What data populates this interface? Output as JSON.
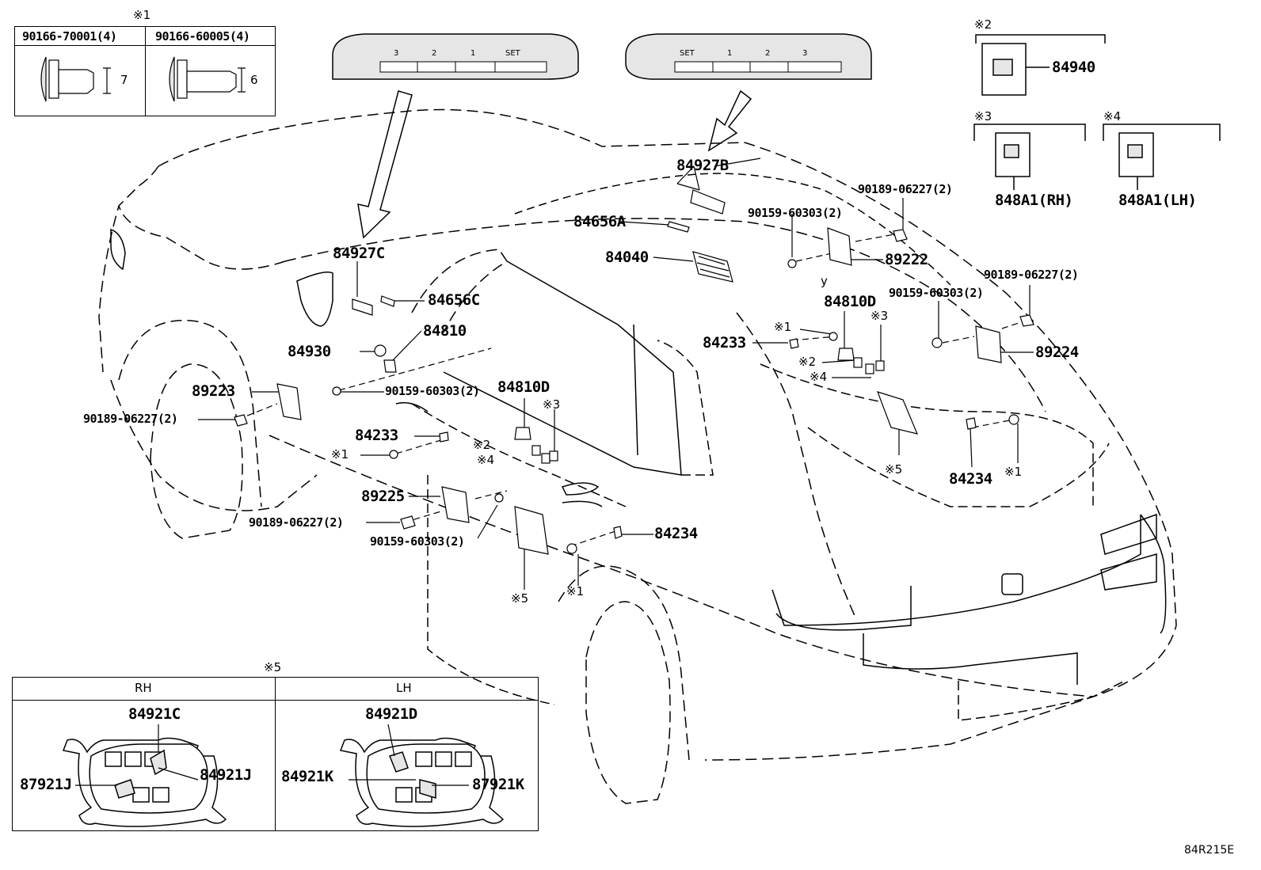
{
  "diagram_code": "84R215E",
  "top_left_box": {
    "note": "※1",
    "left_part": "90166-70001(4)",
    "right_part": "90166-60005(4)",
    "left_dim": "7",
    "right_dim": "6"
  },
  "switch_panel_left": {
    "labels": [
      "3",
      "2",
      "1",
      "SET"
    ]
  },
  "switch_panel_right": {
    "labels": [
      "SET",
      "1",
      "2",
      "3"
    ]
  },
  "legend_2": {
    "note": "※2",
    "part": "84940"
  },
  "legend_3": {
    "note": "※3",
    "part": "848A1(RH)"
  },
  "legend_4": {
    "note": "※4",
    "part": "848A1(LH)"
  },
  "callouts": {
    "p84927C": "84927C",
    "p84927B": "84927B",
    "p84656A": "84656A",
    "p84040": "84040",
    "p84656C": "84656C",
    "p84930": "84930",
    "p84810": "84810",
    "p89223": "89223",
    "p90159_a": "90159-60303(2)",
    "p90189_a": "90189-06227(2)",
    "p84810D_a": "84810D",
    "p84233_a": "84233",
    "n1_a": "※1",
    "n2_a": "※2",
    "n3_a": "※3",
    "n4_a": "※4",
    "p89225": "89225",
    "p90189_b": "90189-06227(2)",
    "p90159_b": "90159-60303(2)",
    "n5_a": "※5",
    "p84234_a": "84234",
    "n1_b": "※1",
    "p90189_c": "90189-06227(2)",
    "p90159_c": "90159-60303(2)",
    "p89222": "89222",
    "p90189_d": "90189-06227(2)",
    "p90159_d": "90159-60303(2)",
    "p84810D_b": "84810D",
    "y_mark": "y",
    "n1_c": "※1",
    "n3_b": "※3",
    "p84233_b": "84233",
    "n2_b": "※2",
    "n4_b": "※4",
    "p89224": "89224",
    "n5_b": "※5",
    "p84234_b": "84234",
    "n1_d": "※1"
  },
  "bottom_box": {
    "note": "※5",
    "rh": {
      "header": "RH",
      "top": "84921C",
      "left": "87921J",
      "right": "84921J"
    },
    "lh": {
      "header": "LH",
      "top": "84921D",
      "left": "84921K",
      "right": "87921K"
    }
  },
  "colors": {
    "ink": "#000000",
    "panel_fill": "#e6e6e6",
    "background": "#ffffff"
  }
}
